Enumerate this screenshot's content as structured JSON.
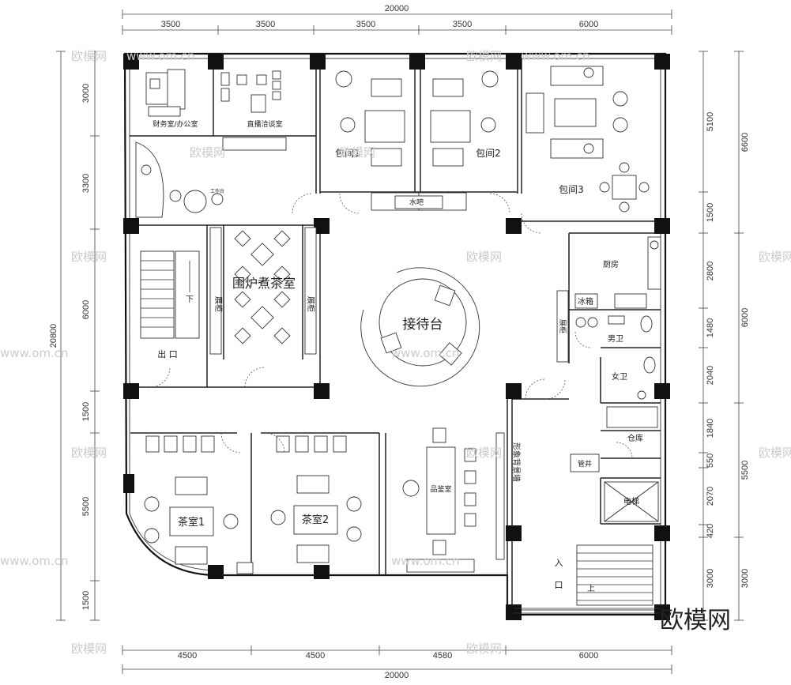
{
  "dimensions": {
    "top_total": "20000",
    "top_segments": [
      "3500",
      "3500",
      "3500",
      "3500",
      "6000"
    ],
    "bottom_total": "20000",
    "bottom_segments": [
      "4500",
      "4500",
      "4580",
      "6000"
    ],
    "left_total": "20800",
    "left_segments": [
      "3000",
      "3300",
      "6000",
      "1500",
      "5500",
      "1500"
    ],
    "right_inner_segments": [
      "5100",
      "1500",
      "2800",
      "1480",
      "2040",
      "1840",
      "550",
      "2070",
      "420",
      "3000"
    ],
    "right_outer_segments": [
      "6600",
      "6000",
      "5500",
      "3000"
    ]
  },
  "rooms": {
    "finance_office": "财务室/办公室",
    "general_manager": "直播洽谈室",
    "private_room_1": "包间1",
    "private_room_2": "包间2",
    "private_room_3": "包间3",
    "water_bar": "水吧",
    "hearth_tea": "围炉煮茶室",
    "cabinet_left": "展柜",
    "cabinet_right": "展柜",
    "stairs_down": "下",
    "exit": "出 口",
    "reception": "接待台",
    "kitchen": "厨房",
    "fridge": "冰箱",
    "cabinet_kitchen": "展柜",
    "mens_wc": "男卫",
    "womens_wc": "女卫",
    "storage": "仓库",
    "shaft": "管井",
    "elevator": "电梯",
    "image_wall": "形象背景墙",
    "tea_room_1": "茶室1",
    "tea_room_2": "茶室2",
    "tasting_room": "品鉴室",
    "entrance_1": "入",
    "entrance_2": "口",
    "stairs_up": "上",
    "small_note": "工作台"
  },
  "watermark": {
    "logo": "欧模网",
    "url": "www.om.cn"
  },
  "colors": {
    "line": "#111111",
    "dimension_text": "#333333",
    "watermark": "#cccccc"
  }
}
